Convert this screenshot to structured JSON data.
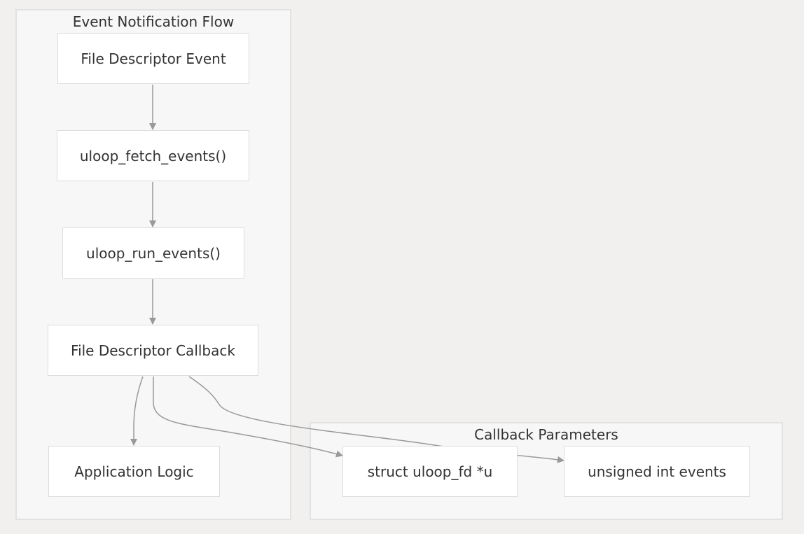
{
  "clusters": {
    "flow": {
      "title": "Event Notification Flow"
    },
    "params": {
      "title": "Callback Parameters"
    }
  },
  "nodes": {
    "fd_event": "File Descriptor Event",
    "fetch": "uloop_fetch_events()",
    "run": "uloop_run_events()",
    "callback": "File Descriptor Callback",
    "app_logic": "Application Logic",
    "struct_param": "struct uloop_fd *u",
    "events_param": "unsigned int events"
  },
  "edges": [
    {
      "from": "File Descriptor Event",
      "to": "uloop_fetch_events()"
    },
    {
      "from": "uloop_fetch_events()",
      "to": "uloop_run_events()"
    },
    {
      "from": "uloop_run_events()",
      "to": "File Descriptor Callback"
    },
    {
      "from": "File Descriptor Callback",
      "to": "Application Logic"
    },
    {
      "from": "File Descriptor Callback",
      "to": "struct uloop_fd *u"
    },
    {
      "from": "File Descriptor Callback",
      "to": "unsigned int events"
    }
  ],
  "colors": {
    "background": "#f1f0ee",
    "cluster_fill": "#f7f7f7",
    "cluster_border": "#e2e2e2",
    "node_fill": "#ffffff",
    "node_border": "#dddddd",
    "edge": "#999999",
    "text": "#333333"
  }
}
